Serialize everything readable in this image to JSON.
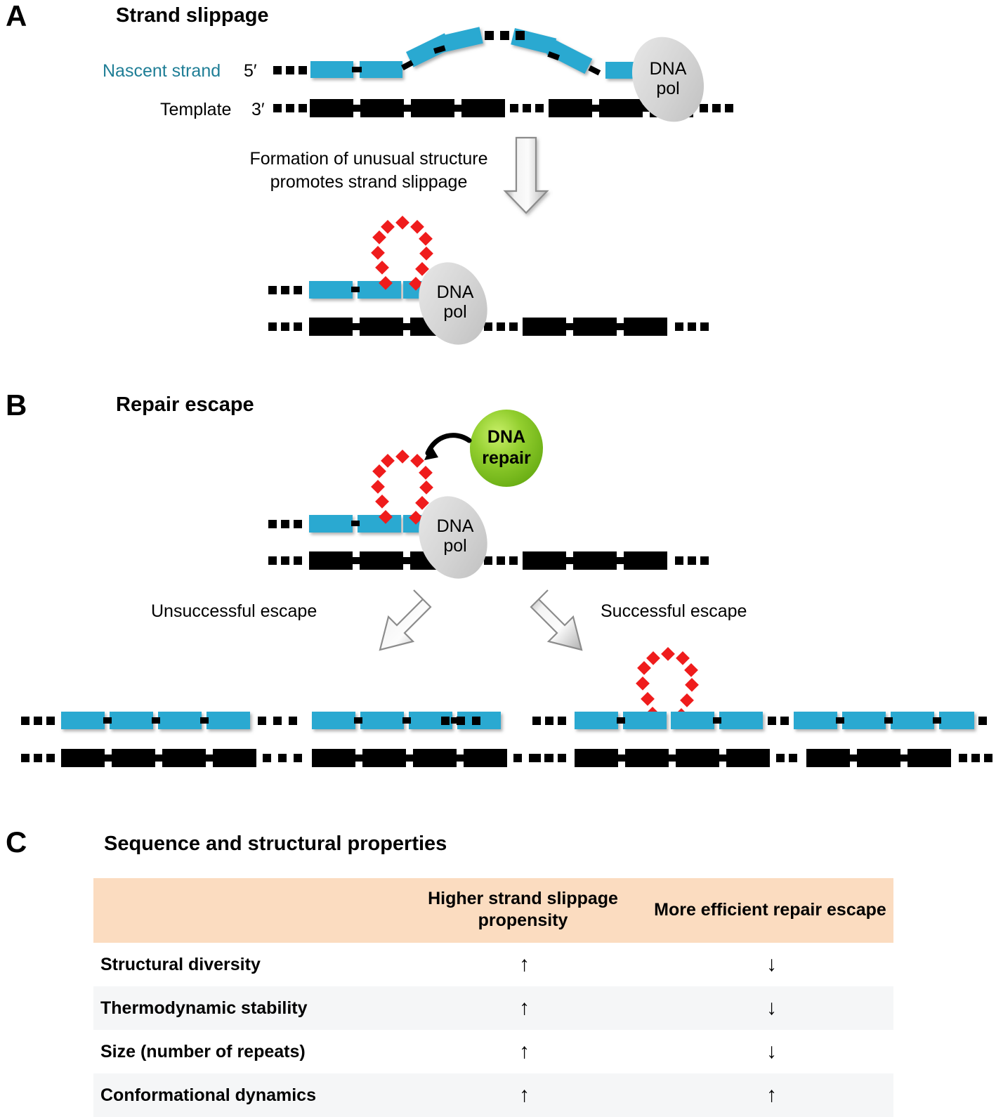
{
  "figure": {
    "panels": [
      {
        "letter": "A",
        "title": "Strand slippage"
      },
      {
        "letter": "B",
        "title": "Repair escape"
      },
      {
        "letter": "C",
        "title": "Sequence and structural properties"
      }
    ]
  },
  "panel_a": {
    "letter": "A",
    "title": "Strand slippage",
    "nascent_label": "Nascent strand",
    "nascent_prime": "5′",
    "template_label": "Template",
    "template_prime": "3′",
    "transition_caption": "Formation of unusual structure\npromotes strand slippage",
    "polymerase_line1": "DNA",
    "polymerase_line2": "pol"
  },
  "panel_b": {
    "letter": "B",
    "title": "Repair escape",
    "repair_line1": "DNA",
    "repair_line2": "repair",
    "polymerase_line1": "DNA",
    "polymerase_line2": "pol",
    "left_branch_label": "Unsuccessful escape",
    "right_branch_label": "Successful escape"
  },
  "panel_c": {
    "letter": "C",
    "title": "Sequence and structural properties",
    "table": {
      "headers": [
        "",
        "Higher strand slippage propensity",
        "More efficient repair escape"
      ],
      "rows": [
        {
          "property": "Structural diversity",
          "slippage": "↑",
          "escape": "↓"
        },
        {
          "property": "Thermodynamic stability",
          "slippage": "↑",
          "escape": "↓"
        },
        {
          "property": "Size (number of repeats)",
          "slippage": "↑",
          "escape": "↓"
        },
        {
          "property": "Conformational dynamics",
          "slippage": "↑",
          "escape": "↑"
        }
      ]
    }
  },
  "colors": {
    "nascent_blue": "#29a9d1",
    "template_black": "#000000",
    "loop_red": "#ef1c1c",
    "repair_green": "#7cc020",
    "polymerase_gray": "#d2d2d2",
    "header_peach": "#fbdcc0",
    "row_alt_gray": "#f5f6f7",
    "arrow_gray": "#e8e8e8",
    "nascent_label_teal": "#1f7e96"
  }
}
